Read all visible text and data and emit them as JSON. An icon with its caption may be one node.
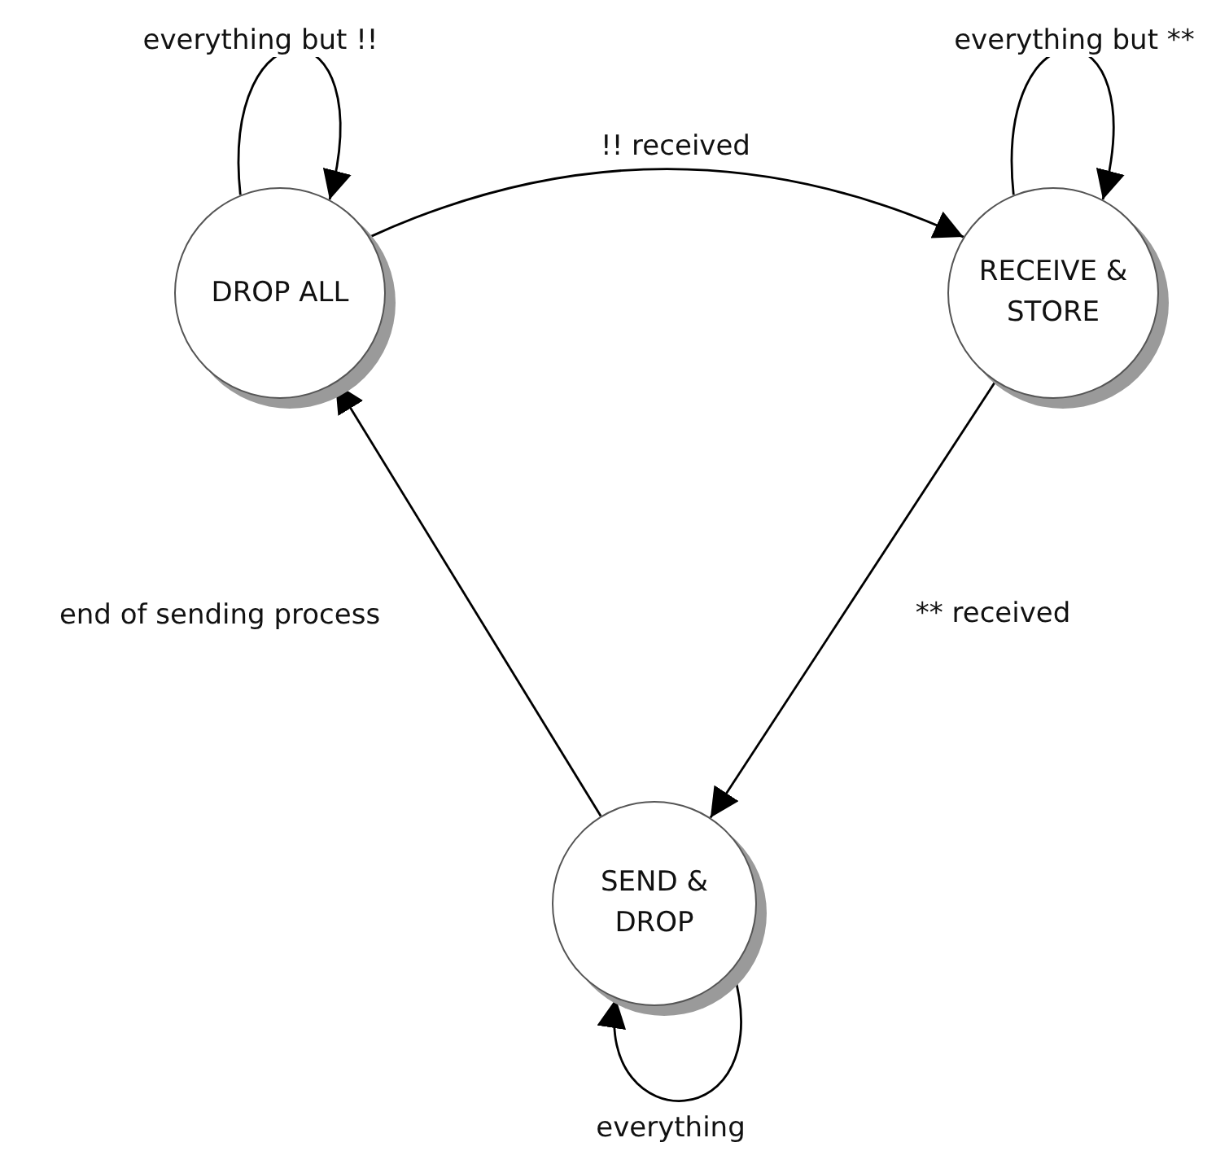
{
  "diagram": {
    "nodes": [
      {
        "text": [
          "DROP ALL"
        ]
      },
      {
        "text": [
          "RECEIVE & STORE"
        ]
      },
      {
        "text": [
          "SEND & DROP"
        ]
      }
    ],
    "edges": [
      {
        "from": 0,
        "to": 0,
        "label": "everything but !!",
        "arrow": "to"
      },
      {
        "from": 0,
        "to": 1,
        "label": "!! received",
        "arrow": "to"
      },
      {
        "from": 1,
        "to": 1,
        "label": "everything but **",
        "arrow": "to"
      },
      {
        "from": 1,
        "to": 2,
        "label": "** received",
        "arrow": "to"
      },
      {
        "from": 2,
        "to": 0,
        "label": "end of sending process",
        "arrow": "to"
      },
      {
        "from": 2,
        "to": 2,
        "label": "everything",
        "arrow": "to"
      }
    ]
  }
}
